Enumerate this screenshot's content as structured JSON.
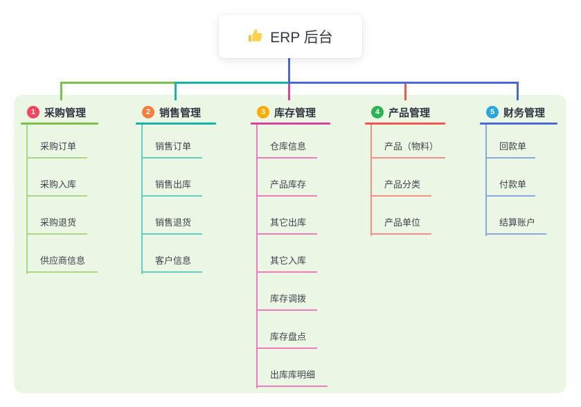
{
  "root": {
    "label": "ERP 后台",
    "icon": "thumbs-up-icon"
  },
  "canvas": {
    "background_color": "#eaf7e4",
    "page_background": "#ffffff"
  },
  "connector": {
    "stem_color": "#4a68d8"
  },
  "branches": [
    {
      "id": "purchase",
      "badge": "1",
      "label": "采购管理",
      "colors": {
        "badge": "#f6455f",
        "main": "#7cbf4b",
        "light": "#a9d584"
      },
      "children": [
        "采购订单",
        "采购入库",
        "采购退货",
        "供应商信息"
      ]
    },
    {
      "id": "sales",
      "badge": "2",
      "label": "销售管理",
      "colors": {
        "badge": "#f87c3b",
        "main": "#16b3a8",
        "light": "#63cbc1"
      },
      "children": [
        "销售订单",
        "销售出库",
        "销售退货",
        "客户信息"
      ]
    },
    {
      "id": "inventory",
      "badge": "3",
      "label": "库存管理",
      "colors": {
        "badge": "#ffac00",
        "main": "#d8419c",
        "light": "#ee79bd"
      },
      "children": [
        "仓库信息",
        "产品库存",
        "其它出库",
        "其它入库",
        "库存调拨",
        "库存盘点",
        "出库库明细"
      ]
    },
    {
      "id": "product",
      "badge": "4",
      "label": "产品管理",
      "colors": {
        "badge": "#2cb454",
        "main": "#f5544d",
        "light": "#f78d86"
      },
      "children": [
        "产品（物料）",
        "产品分类",
        "产品单位"
      ]
    },
    {
      "id": "finance",
      "badge": "5",
      "label": "财务管理",
      "colors": {
        "badge": "#29a6dd",
        "main": "#4a68d8",
        "light": "#8ea6e2"
      },
      "children": [
        "回款单",
        "付款单",
        "结算账户"
      ]
    }
  ]
}
